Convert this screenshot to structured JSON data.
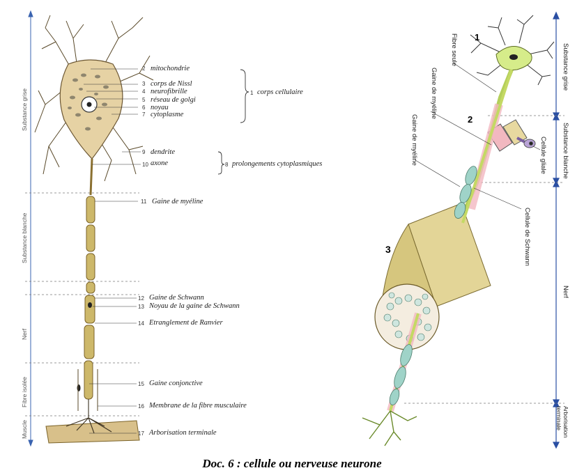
{
  "left_figure": {
    "regions": [
      "Substance grise",
      "Substance blanche",
      "Nerf",
      "Fibre isolée",
      "Muscle"
    ],
    "labels": [
      {
        "n": "2",
        "text": "mitochondrie"
      },
      {
        "n": "3",
        "text": "corps de Nissl"
      },
      {
        "n": "4",
        "text": "neurofibrille"
      },
      {
        "n": "5",
        "text": "réseau de golgi"
      },
      {
        "n": "6",
        "text": "noyau"
      },
      {
        "n": "7",
        "text": "cytoplasme"
      },
      {
        "n": "9",
        "text": "dendrite"
      },
      {
        "n": "10",
        "text": "axone"
      },
      {
        "n": "11",
        "text": "Gaine de myéline"
      },
      {
        "n": "12",
        "text": "Gaine de Schwann"
      },
      {
        "n": "13",
        "text": "Noyau de la gaine de Schwann"
      },
      {
        "n": "14",
        "text": "Etranglement de Ranvier"
      },
      {
        "n": "15",
        "text": "Gaine conjonctive"
      },
      {
        "n": "16",
        "text": "Membrane de la fibre musculaire"
      },
      {
        "n": "17",
        "text": "Arborisation terminale"
      }
    ],
    "groups": [
      {
        "n": "1",
        "text": "corps cellulaire"
      },
      {
        "n": "8",
        "text": "prolongements cytoplasmiques"
      }
    ]
  },
  "right_figure": {
    "numbers": [
      "1",
      "2",
      "3"
    ],
    "labels": [
      "Fibre seule",
      "Gaine de myéline",
      "Gaine de myéline",
      "Cellule gliale",
      "Cellule de Schwann"
    ],
    "regions": [
      "Substance grise",
      "Substance blanche",
      "Nerf",
      "Arborisation terminale"
    ]
  },
  "caption": "Doc. 6 : cellule ou nerveuse neurone",
  "colors": {
    "cell_body": "#e6d2a4",
    "axon": "#cdb86a",
    "myelin_pink": "#f2b8c0",
    "schwann_teal": "#9fd3c8",
    "neuron_green": "#d6ec8a",
    "nerve_bundle": "#e3d597",
    "arrow_blue": "#2a4fa3"
  }
}
